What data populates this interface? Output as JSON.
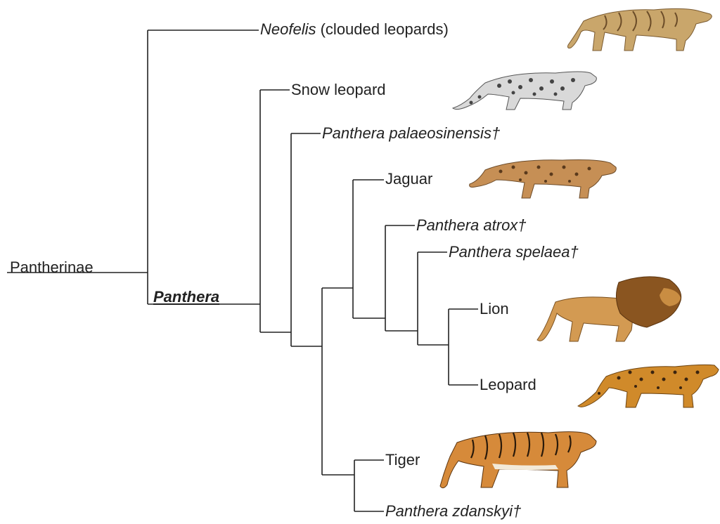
{
  "labels": {
    "root": "Pantherinae",
    "genus": "Panthera",
    "neofelis_genus": "Neofelis",
    "neofelis_common": "(clouded leopards)",
    "snow_leopard": "Snow leopard",
    "palaeosinensis": "Panthera palaeosinensis†",
    "jaguar": "Jaguar",
    "atrox": "Panthera atrox†",
    "spelaea": "Panthera spelaea†",
    "lion": "Lion",
    "leopard": "Leopard",
    "tiger": "Tiger",
    "zdanskyi": "Panthera zdanskyi†"
  },
  "animal_illustrations": [
    "clouded-leopard",
    "snow-leopard",
    "jaguar",
    "lion",
    "leopard",
    "tiger"
  ],
  "colors": {
    "line": "#222222",
    "clouded_leopard": "#c9a66b",
    "snow_leopard": "#bdbdbd",
    "jaguar": "#c68f55",
    "lion": "#c98d42",
    "lion_mane": "#8a5520",
    "leopard": "#d08a2a",
    "tiger": "#d68a3a"
  }
}
